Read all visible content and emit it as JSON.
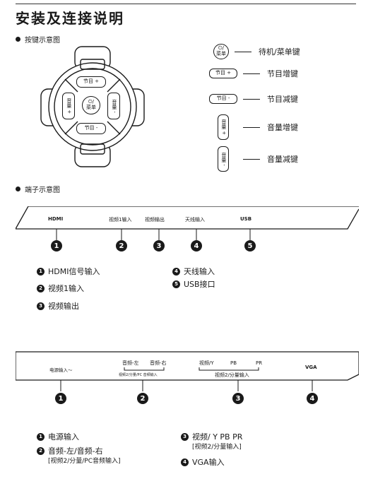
{
  "header": {
    "title": "安装及连接说明"
  },
  "sections": {
    "keys": "按键示意图",
    "ports": "端子示意图"
  },
  "remote": {
    "top": "节目 +",
    "bottom": "节目 -",
    "left": "音量 +",
    "right": "音量 -",
    "center_top": "⏻/",
    "center_bottom": "菜单"
  },
  "key_legend": [
    {
      "icon": "standby-menu",
      "label": "待机/菜单键"
    },
    {
      "icon": "channel-up",
      "label": "节目增键",
      "cap": "节目 +"
    },
    {
      "icon": "channel-down",
      "label": "节目减键",
      "cap": "节目 -"
    },
    {
      "icon": "volume-up",
      "label": "音量增键",
      "cap": "音量 +"
    },
    {
      "icon": "volume-down",
      "label": "音量减键",
      "cap": "音量 -"
    }
  ],
  "panel1": {
    "ports": [
      "HDMI",
      "视频1输入",
      "视频输出",
      "天线输入",
      "USB"
    ],
    "numbers": [
      "1",
      "2",
      "3",
      "4",
      "5"
    ],
    "legend": [
      {
        "n": "1",
        "label": "HDMI信号输入"
      },
      {
        "n": "2",
        "label": "视频1输入"
      },
      {
        "n": "3",
        "label": "视频输出"
      },
      {
        "n": "4",
        "label": "天线输入"
      },
      {
        "n": "5",
        "label": "USB接口"
      }
    ]
  },
  "panel2": {
    "power": "电源输入〜",
    "audio_left": "音频-左",
    "audio_right": "音频-右",
    "audio_sub": "视频2/分量/PC 音频输入",
    "video_y": "视频/Y",
    "pb": "PB",
    "pr": "PR",
    "video_sub": "视频2/分量输入",
    "vga": "VGA",
    "numbers": [
      "1",
      "2",
      "3",
      "4"
    ],
    "legend": [
      {
        "n": "1",
        "label": "电源输入"
      },
      {
        "n": "2",
        "label": "音频-左/音频-右",
        "sub": "[视频2/分量/PC音频输入]"
      },
      {
        "n": "3",
        "label": "视频/ Y  PB  PR",
        "sub": "[视频2/分量输入]"
      },
      {
        "n": "4",
        "label": "VGA输入"
      }
    ]
  }
}
